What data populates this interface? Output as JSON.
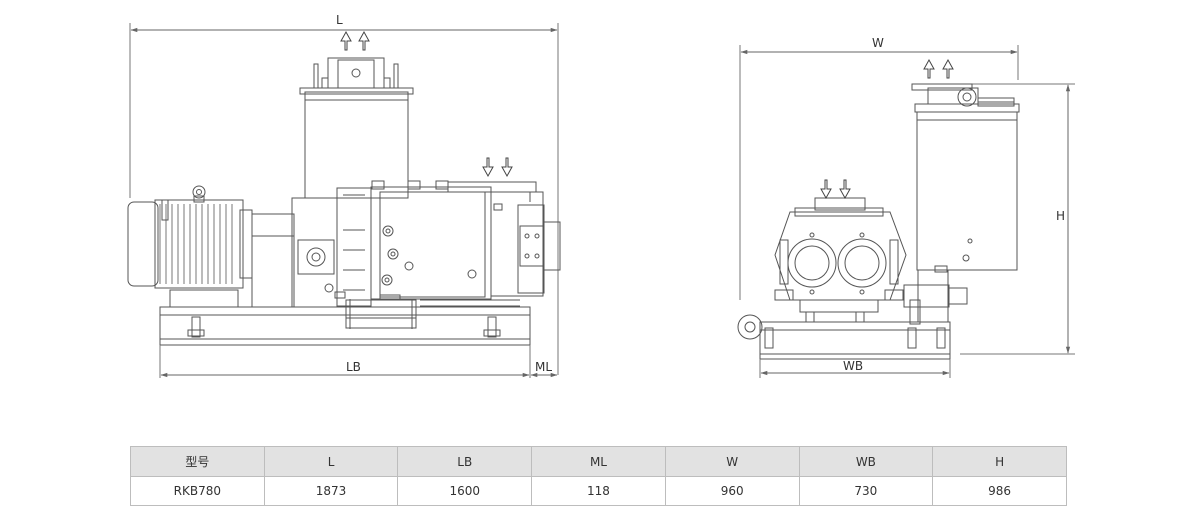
{
  "dimension_labels": {
    "L": "L",
    "LB": "LB",
    "ML": "ML",
    "W": "W",
    "WB": "WB",
    "H": "H"
  },
  "spec_table": {
    "headers": [
      "型号",
      "L",
      "LB",
      "ML",
      "W",
      "WB",
      "H"
    ],
    "rows": [
      [
        "RKB780",
        "1873",
        "1600",
        "118",
        "960",
        "730",
        "986"
      ]
    ]
  },
  "colors": {
    "line": "#555555",
    "dim_line": "#666666",
    "header_bg": "#e2e2e2",
    "table_border": "#bdbdbd"
  }
}
